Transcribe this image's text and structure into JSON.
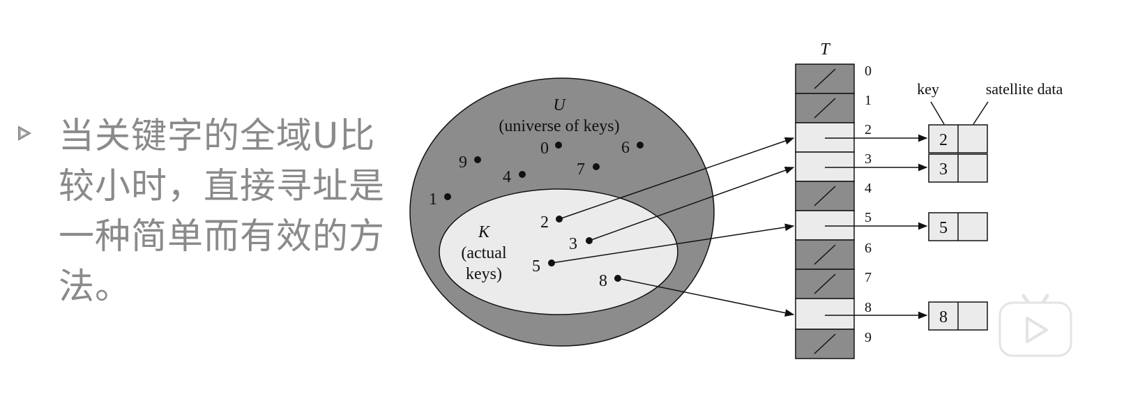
{
  "slide": {
    "bullet_text": "当关键字的全域U比较小时，直接寻址是一种简单而有效的方法。"
  },
  "diagram": {
    "universe": {
      "symbol": "U",
      "label": "(universe of keys)",
      "keys": [
        "0",
        "6",
        "9",
        "7",
        "4",
        "1"
      ]
    },
    "actual": {
      "symbol": "K",
      "label_line1": "(actual",
      "label_line2": "keys)",
      "keys": [
        "2",
        "3",
        "5",
        "8"
      ]
    },
    "table": {
      "title": "T",
      "slots": [
        {
          "index": "0",
          "occupied": false
        },
        {
          "index": "1",
          "occupied": false
        },
        {
          "index": "2",
          "occupied": true,
          "key": "2"
        },
        {
          "index": "3",
          "occupied": true,
          "key": "3"
        },
        {
          "index": "4",
          "occupied": false
        },
        {
          "index": "5",
          "occupied": true,
          "key": "5"
        },
        {
          "index": "6",
          "occupied": false
        },
        {
          "index": "7",
          "occupied": false
        },
        {
          "index": "8",
          "occupied": true,
          "key": "8"
        },
        {
          "index": "9",
          "occupied": false
        }
      ]
    },
    "record_labels": {
      "key": "key",
      "satellite": "satellite data"
    },
    "colors": {
      "outer_ellipse": "#8c8c8c",
      "inner_ellipse": "#ebebeb",
      "empty_slot": "#8c8c8c",
      "used_slot": "#ebebeb",
      "record_box": "#ebebeb",
      "bullet_text": "#8a8a8a"
    }
  },
  "player": {
    "icon": "bilibili-play-icon"
  }
}
